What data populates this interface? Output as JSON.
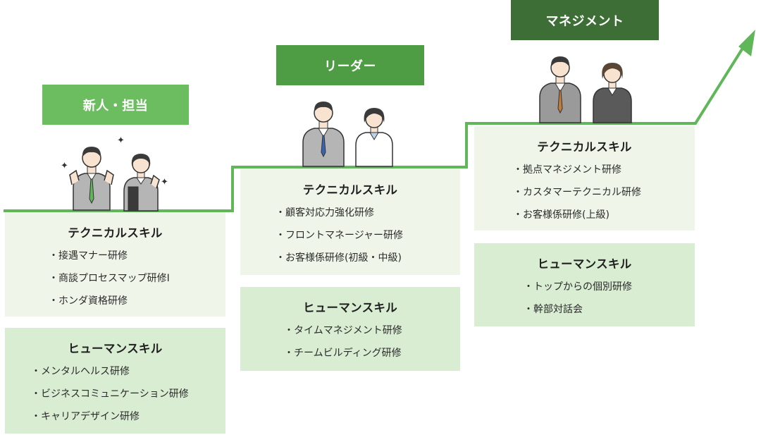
{
  "levels": [
    {
      "title": "新人・担当",
      "technical": {
        "heading": "テクニカルスキル",
        "items": [
          "接遇マナー研修",
          "商談プロセスマップ研修Ⅰ",
          "ホンダ資格研修"
        ]
      },
      "human": {
        "heading": "ヒューマンスキル",
        "items": [
          "メンタルヘルス研修",
          "ビジネスコミュニケーション研修",
          "キャリアデザイン研修"
        ]
      }
    },
    {
      "title": "リーダー",
      "technical": {
        "heading": "テクニカルスキル",
        "items": [
          "顧客対応力強化研修",
          "フロントマネージャー研修",
          "お客様係研修(初級・中級)"
        ]
      },
      "human": {
        "heading": "ヒューマンスキル",
        "items": [
          "タイムマネジメント研修",
          "チームビルディング研修"
        ]
      }
    },
    {
      "title": "マネジメント",
      "technical": {
        "heading": "テクニカルスキル",
        "items": [
          "拠点マネジメント研修",
          "カスタマーテクニカル研修",
          "お客様係研修(上級)"
        ]
      },
      "human": {
        "heading": "ヒューマンスキル",
        "items": [
          "トップからの個別研修",
          "幹部対話会"
        ]
      }
    }
  ],
  "colors": {
    "line": "#5fb75a",
    "title_level1": "#6bbd5f",
    "title_level2": "#4e9c43",
    "title_level3": "#3d6e35",
    "technical_bg": "#eff6e9",
    "human_bg": "#d9edd3"
  },
  "icons": [
    "sparkle-icon",
    "person-icon",
    "arrow-up-right-icon"
  ]
}
